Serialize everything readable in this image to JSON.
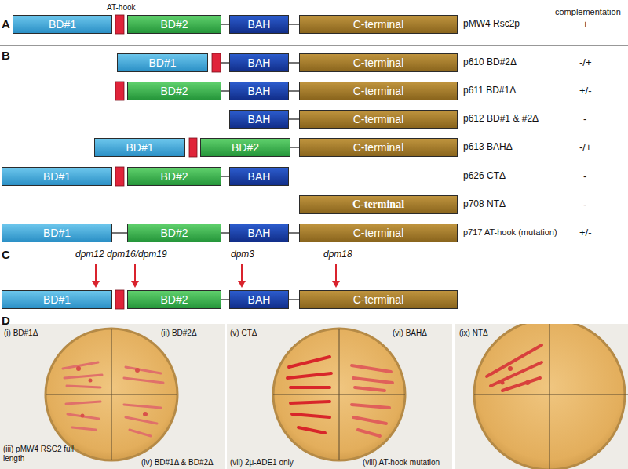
{
  "diagram": {
    "nodes": [
      {
        "text": [
          "BD#1"
        ]
      },
      {
        "text": [
          "BD#2"
        ]
      },
      {
        "text": [
          "BAH"
        ]
      },
      {
        "text": [
          "C-terminal"
        ]
      },
      {
        "text": [
          "BD#1"
        ]
      },
      {
        "text": [
          "BAH"
        ]
      },
      {
        "text": [
          "C-terminal"
        ]
      },
      {
        "text": [
          "BD#2"
        ]
      },
      {
        "text": [
          "BAH"
        ]
      },
      {
        "text": [
          "C-terminal"
        ]
      },
      {
        "text": [
          "BAH"
        ]
      },
      {
        "text": [
          "C-terminal"
        ]
      },
      {
        "text": [
          "BD#1"
        ]
      },
      {
        "text": [
          "BD#2"
        ]
      },
      {
        "text": [
          "C-terminal"
        ]
      },
      {
        "text": [
          "BD#1"
        ]
      },
      {
        "text": [
          "BD#2"
        ]
      },
      {
        "text": [
          "BAH"
        ]
      },
      {
        "text": [
          "C-terminal"
        ]
      },
      {
        "text": [
          "BD#1"
        ]
      },
      {
        "text": [
          "BD#2"
        ]
      },
      {
        "text": [
          "BAH"
        ]
      },
      {
        "text": [
          "C-terminal"
        ]
      },
      {
        "text": [
          "BD#1"
        ]
      },
      {
        "text": [
          "BD#2"
        ]
      },
      {
        "text": [
          "BAH"
        ]
      },
      {
        "text": [
          "C-terminal"
        ]
      }
    ],
    "edges": [
      {
        "from": 1,
        "to": 2,
        "arrow": "none"
      },
      {
        "from": 2,
        "to": 3,
        "arrow": "none"
      },
      {
        "from": 5,
        "to": 6,
        "arrow": "none"
      },
      {
        "from": 7,
        "to": 8,
        "arrow": "none"
      },
      {
        "from": 8,
        "to": 9,
        "arrow": "none"
      },
      {
        "from": 10,
        "to": 11,
        "arrow": "none"
      },
      {
        "from": 13,
        "to": 14,
        "arrow": "none"
      },
      {
        "from": 16,
        "to": 17,
        "arrow": "none"
      },
      {
        "from": 19,
        "to": 20,
        "arrow": "none"
      },
      {
        "from": 20,
        "to": 21,
        "arrow": "none"
      },
      {
        "from": 21,
        "to": 22,
        "arrow": "none"
      },
      {
        "from": 24,
        "to": 25,
        "arrow": "none"
      },
      {
        "from": 25,
        "to": 26,
        "arrow": "none"
      }
    ],
    "labels": [
      "AT-hook",
      "A",
      "complementation",
      "pMW4 Rsc2p",
      "+",
      "B",
      "p610 BD#2Δ",
      "-/+",
      "p611 BD#1Δ",
      "+/-",
      "p612 BD#1 & #2Δ",
      "-",
      "p613 BAHΔ",
      "-/+",
      "p626 CTΔ",
      "-",
      "p708 NTΔ",
      "-",
      "p717 AT-hook (mutation)",
      "+/-",
      "C",
      "dpm12",
      "dpm16/dpm19",
      "dpm3",
      "dpm18",
      "D",
      "(i) BD#1Δ",
      "(ii) BD#2Δ",
      "(iii) pMW4 RSC2 full length",
      "(iv) BD#1Δ & BD#2Δ",
      "(v) CTΔ",
      "(vi) BAHΔ",
      "(vii) 2μ-ADE1 only",
      "(viii) AT-hook mutation",
      "(ix) NTΔ"
    ]
  }
}
